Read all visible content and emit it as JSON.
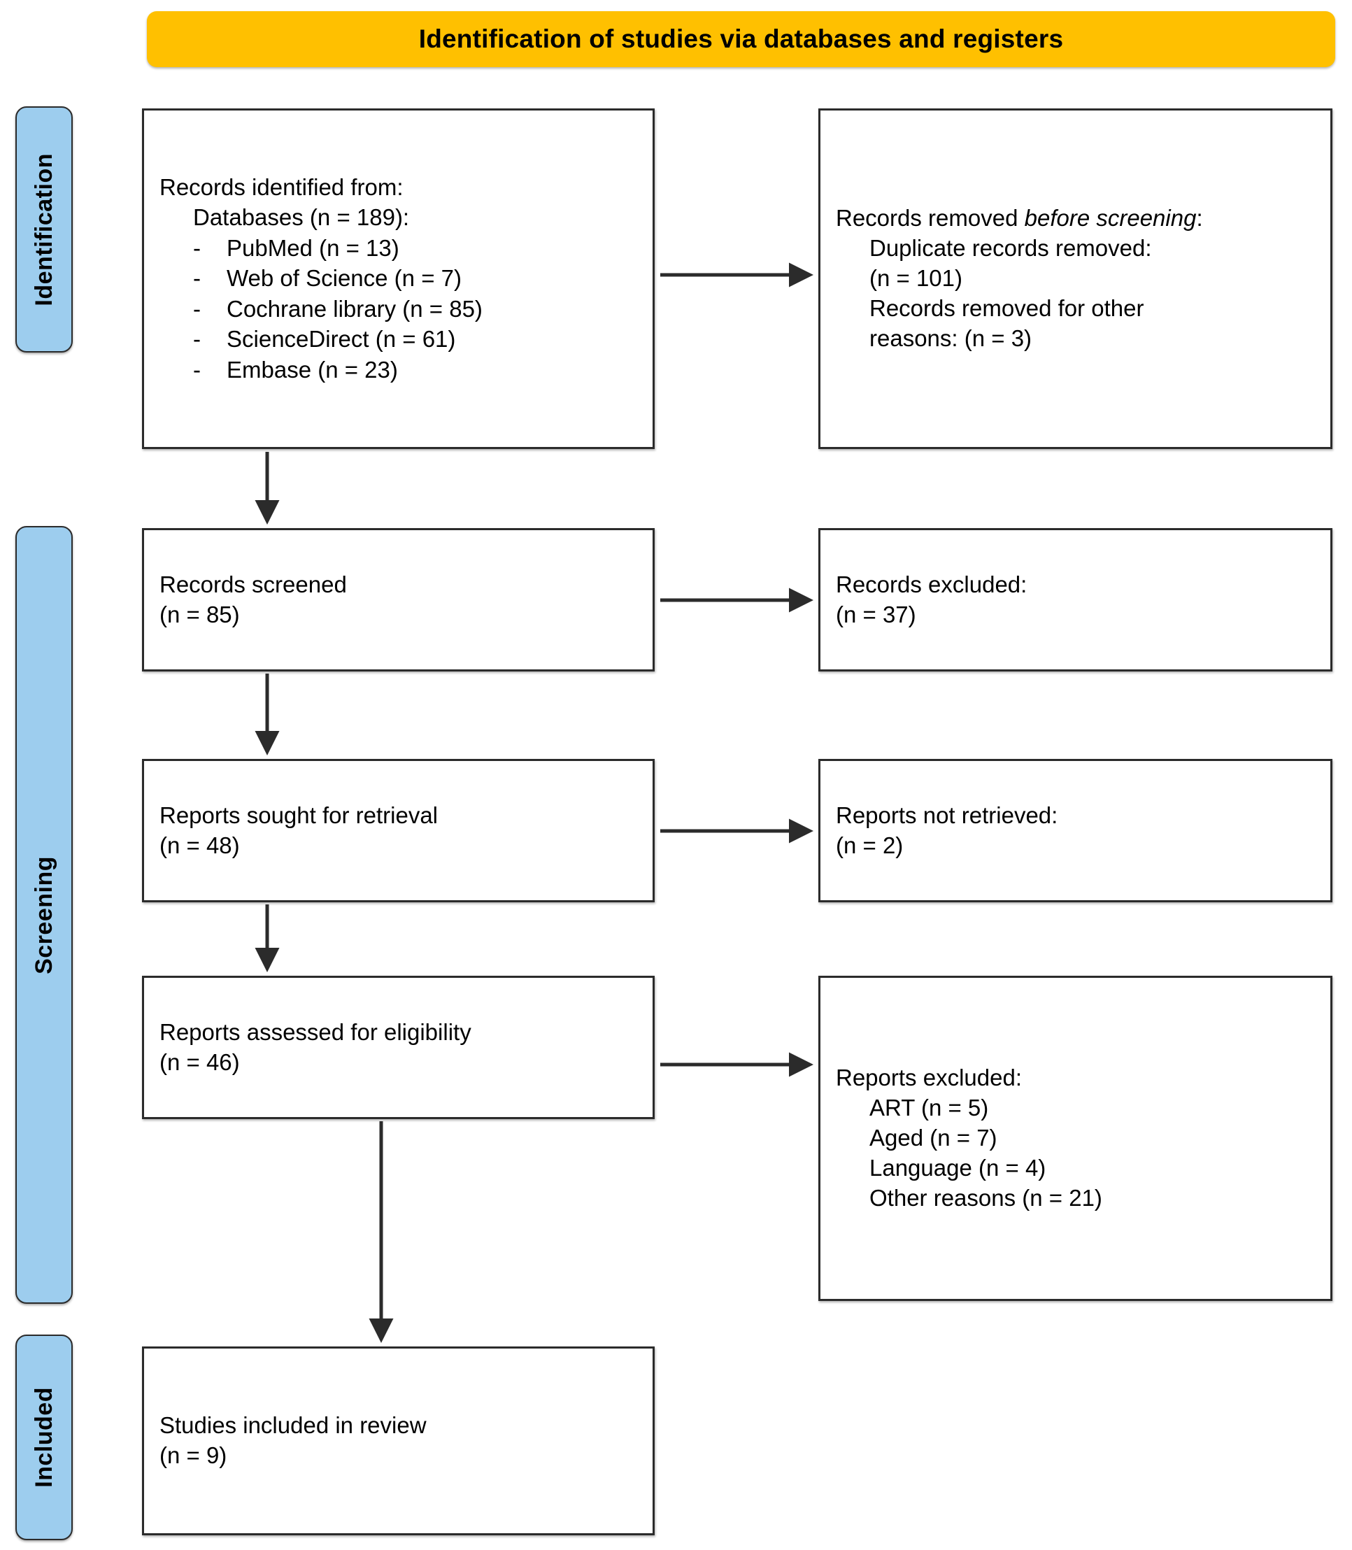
{
  "header": {
    "banner_title": "Identification of studies via databases and registers",
    "banner_color": "#FFC000"
  },
  "stages": {
    "tab_color": "#9DCDEE",
    "items": [
      {
        "id": "identification",
        "label": "Identification"
      },
      {
        "id": "screening",
        "label": "Screening"
      },
      {
        "id": "included",
        "label": "Included"
      }
    ]
  },
  "boxes": {
    "identified": {
      "title": "Records identified from:",
      "subtitle": "Databases (n = 189):",
      "sources": [
        "PubMed (n = 13)",
        "Web of Science (n = 7)",
        "Cochrane library (n = 85)",
        "ScienceDirect (n = 61)",
        "Embase (n = 23)"
      ]
    },
    "removed": {
      "title_lead": "Records removed ",
      "title_em": "before screening",
      "title_tail": ":",
      "lines": [
        "Duplicate records removed:",
        "(n = 101)",
        "Records removed for other",
        "reasons: (n = 3)"
      ]
    },
    "screened": {
      "title": "Records screened",
      "count": "(n = 85)"
    },
    "records_excluded": {
      "title": "Records excluded:",
      "count": "(n = 37)"
    },
    "sought": {
      "title": "Reports sought for retrieval",
      "count": "(n = 48)"
    },
    "not_retrieved": {
      "title": "Reports not retrieved:",
      "count": "(n = 2)"
    },
    "eligibility": {
      "title": "Reports assessed for eligibility",
      "count": "(n = 46)"
    },
    "reports_excluded": {
      "title": "Reports excluded:",
      "reasons": [
        "ART (n = 5)",
        "Aged (n = 7)",
        "Language (n = 4)",
        "Other reasons (n = 21)"
      ]
    },
    "included": {
      "title": "Studies included in review",
      "count": "(n = 9)"
    }
  },
  "chart_data": {
    "type": "diagram",
    "title": "PRISMA 2020 flow diagram",
    "flow": [
      {
        "stage": "Identification",
        "node": "Records identified from databases",
        "n": 189
      },
      {
        "stage": "Identification",
        "node": "PubMed",
        "n": 13
      },
      {
        "stage": "Identification",
        "node": "Web of Science",
        "n": 7
      },
      {
        "stage": "Identification",
        "node": "Cochrane library",
        "n": 85
      },
      {
        "stage": "Identification",
        "node": "ScienceDirect",
        "n": 61
      },
      {
        "stage": "Identification",
        "node": "Embase",
        "n": 23
      },
      {
        "stage": "Identification",
        "node": "Duplicate records removed",
        "n": 101
      },
      {
        "stage": "Identification",
        "node": "Records removed for other reasons",
        "n": 3
      },
      {
        "stage": "Screening",
        "node": "Records screened",
        "n": 85
      },
      {
        "stage": "Screening",
        "node": "Records excluded",
        "n": 37
      },
      {
        "stage": "Screening",
        "node": "Reports sought for retrieval",
        "n": 48
      },
      {
        "stage": "Screening",
        "node": "Reports not retrieved",
        "n": 2
      },
      {
        "stage": "Screening",
        "node": "Reports assessed for eligibility",
        "n": 46
      },
      {
        "stage": "Screening",
        "node": "Reports excluded: ART",
        "n": 5
      },
      {
        "stage": "Screening",
        "node": "Reports excluded: Aged",
        "n": 7
      },
      {
        "stage": "Screening",
        "node": "Reports excluded: Language",
        "n": 4
      },
      {
        "stage": "Screening",
        "node": "Reports excluded: Other reasons",
        "n": 21
      },
      {
        "stage": "Included",
        "node": "Studies included in review",
        "n": 9
      }
    ]
  }
}
